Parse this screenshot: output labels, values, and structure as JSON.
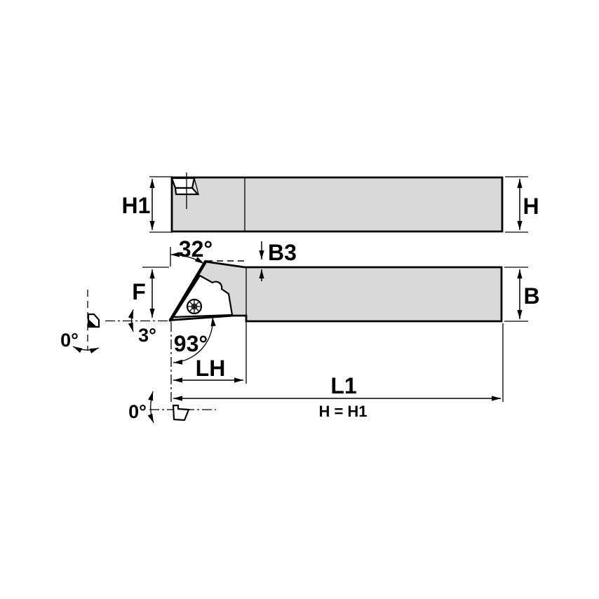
{
  "colors": {
    "background": "#ffffff",
    "body_fill": "#d9d9d9",
    "line": "#000000"
  },
  "views": {
    "top": {
      "height_dim_left": "H1",
      "height_dim_right": "H"
    },
    "front": {
      "shoulder_angle": "32°",
      "offset_dim": "B3",
      "tip_height_dim": "F",
      "shank_height_dim": "B",
      "clearance_angle": "3°",
      "lead_angle": "93°",
      "head_length_dim": "LH",
      "overall_length_dim": "L1",
      "equality_note": "H = H1"
    },
    "front_insert_detail": {
      "inclination_angle": "0°"
    },
    "bottom_insert_detail": {
      "clearance_angle": "0°"
    }
  }
}
